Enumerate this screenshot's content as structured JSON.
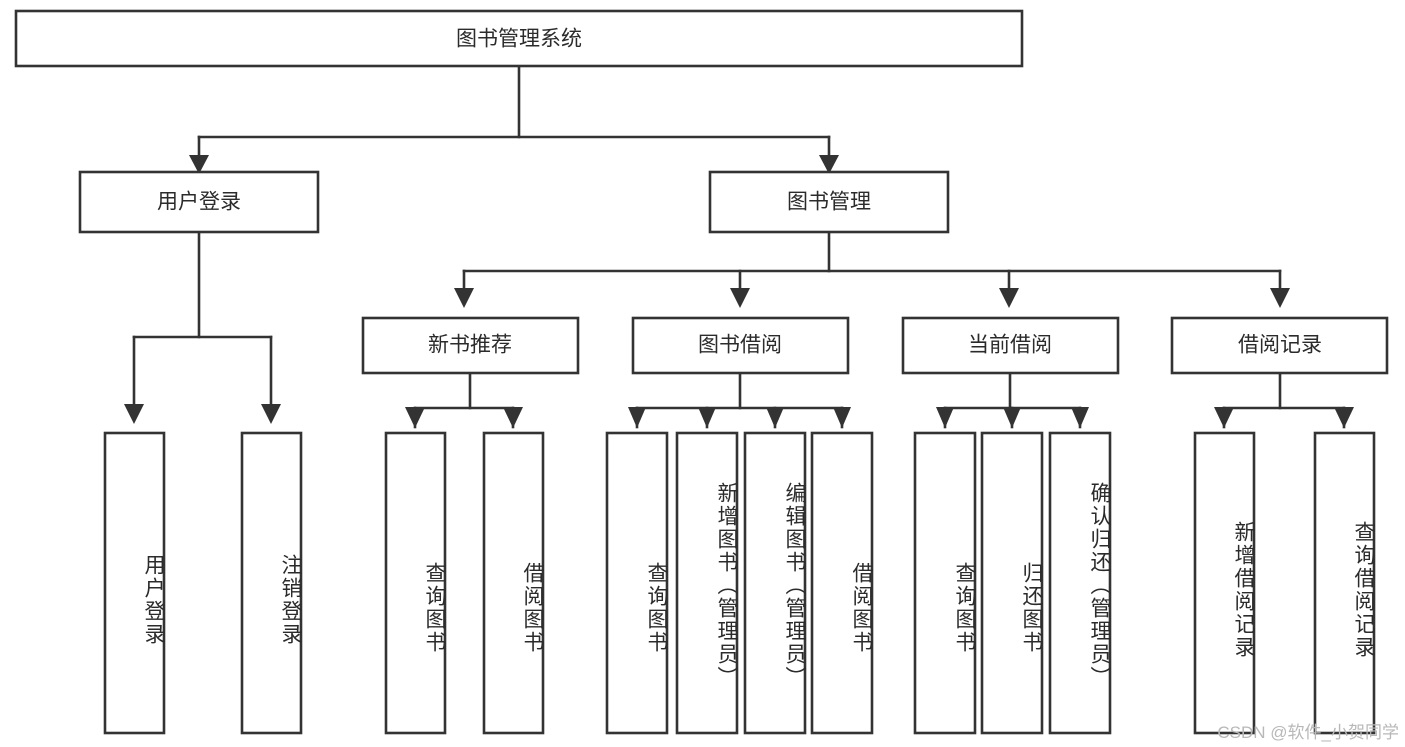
{
  "diagram": {
    "title_node": {
      "label": "图书管理系统"
    },
    "level1": [
      {
        "id": "user-login",
        "label": "用户登录"
      },
      {
        "id": "book-management",
        "label": "图书管理"
      }
    ],
    "level2": [
      {
        "id": "new-book-recommend",
        "label": "新书推荐"
      },
      {
        "id": "book-borrow",
        "label": "图书借阅"
      },
      {
        "id": "current-borrow",
        "label": "当前借阅"
      },
      {
        "id": "borrow-record",
        "label": "借阅记录"
      }
    ],
    "leaves": {
      "user_login": [
        {
          "id": "leaf-user-login",
          "label": "用户登录"
        },
        {
          "id": "leaf-logout-login",
          "label": "注销登录"
        }
      ],
      "new_book_recommend": [
        {
          "id": "leaf-query-book-1",
          "label": "查询图书"
        },
        {
          "id": "leaf-borrow-book-1",
          "label": "借阅图书"
        }
      ],
      "book_borrow": [
        {
          "id": "leaf-query-book-2",
          "label": "查询图书"
        },
        {
          "id": "leaf-add-book-admin",
          "label": "新增图书（管理员）"
        },
        {
          "id": "leaf-edit-book-admin",
          "label": "编辑图书（管理员）"
        },
        {
          "id": "leaf-borrow-book-2",
          "label": "借阅图书"
        }
      ],
      "current_borrow": [
        {
          "id": "leaf-query-book-3",
          "label": "查询图书"
        },
        {
          "id": "leaf-return-book",
          "label": "归还图书"
        },
        {
          "id": "leaf-confirm-return-admin",
          "label": "确认归还（管理员）"
        }
      ],
      "borrow_record": [
        {
          "id": "leaf-add-borrow-record",
          "label": "新增借阅记录"
        },
        {
          "id": "leaf-query-borrow-record",
          "label": "查询借阅记录"
        }
      ]
    }
  },
  "watermark": {
    "text": "CSDN @软件_小贺同学"
  },
  "colors": {
    "stroke": "#333333",
    "text": "#2b2b2b",
    "background": "#ffffff",
    "watermark": "#b8b8b8"
  }
}
